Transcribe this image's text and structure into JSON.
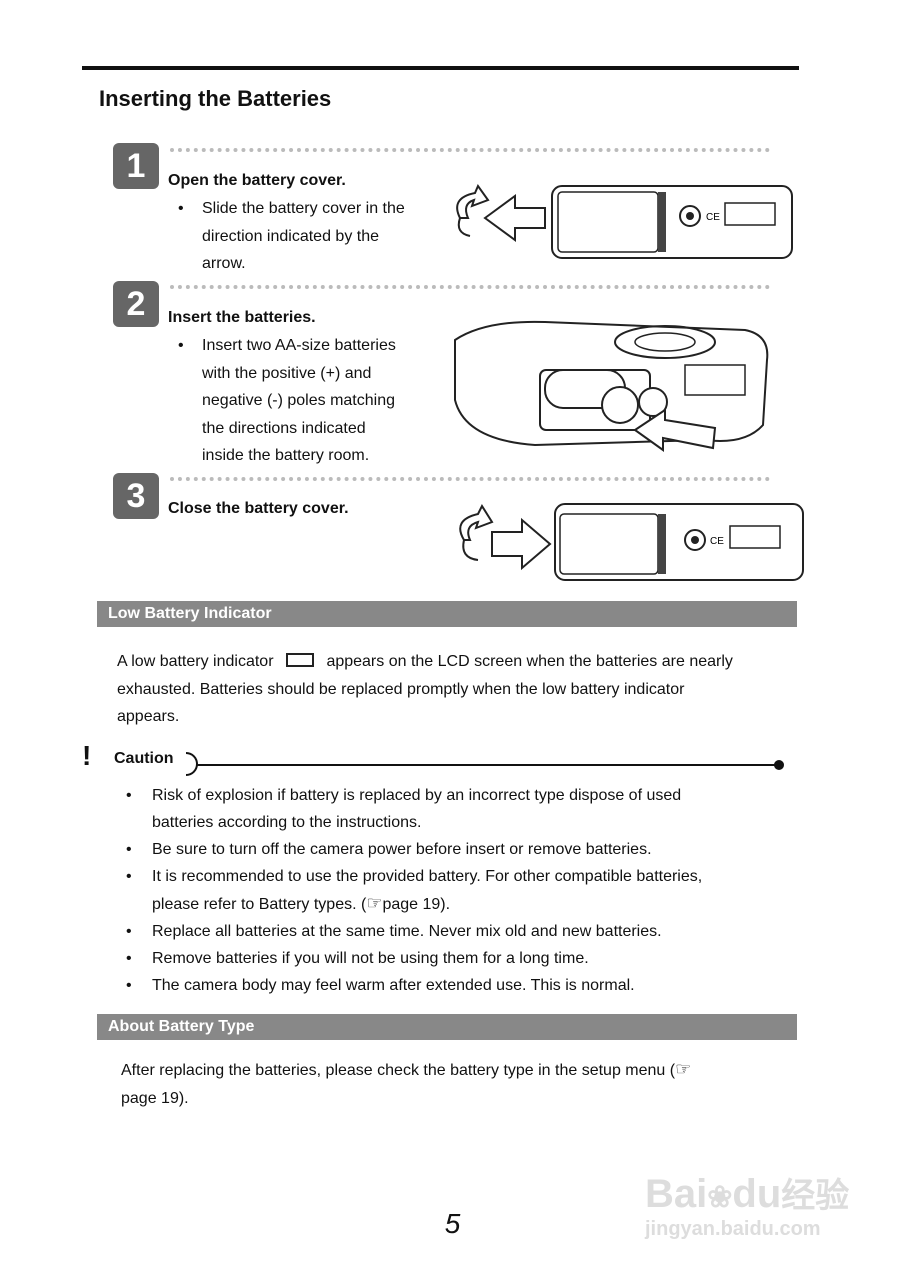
{
  "title": "Inserting the Batteries",
  "steps": [
    {
      "num": "1",
      "heading": "Open the battery cover.",
      "lines": [
        "Slide the battery cover in the",
        "direction indicated by the",
        "arrow."
      ]
    },
    {
      "num": "2",
      "heading": "Insert the batteries.",
      "lines": [
        "Insert two AA-size batteries",
        "with the positive (+) and",
        "negative (-) poles matching",
        "the directions indicated",
        "inside the battery room."
      ]
    },
    {
      "num": "3",
      "heading": "Close the battery cover.",
      "lines": []
    }
  ],
  "low_battery": {
    "heading": "Low Battery Indicator",
    "lines": [
      "A low battery indicator",
      "appears on the LCD screen when the batteries are nearly",
      "exhausted. Batteries should be replaced promptly when the low battery indicator",
      "appears."
    ]
  },
  "caution": {
    "label": "Caution",
    "items": [
      [
        "Risk of explosion if battery is replaced by an incorrect type dispose of used",
        "batteries according to the instructions."
      ],
      [
        "Be sure to turn off the camera power before insert or remove batteries."
      ],
      [
        "It is recommended to use the provided battery. For other compatible batteries,",
        "please refer to Battery types. (",
        "page 19)."
      ],
      [
        "Replace all batteries at the same time. Never mix old and new batteries."
      ],
      [
        "Remove batteries if you will not be using them for a long time."
      ],
      [
        "The camera body may feel warm after extended use. This is normal."
      ]
    ]
  },
  "battery_type": {
    "heading": "About Battery Type",
    "line1": "After replacing the batteries, please check the battery type in the setup menu (",
    "line2": "page 19)."
  },
  "page_number": "5",
  "watermark": {
    "brand": "Bai",
    "brand2": "du",
    "cn": "经验",
    "url": "jingyan.baidu.com"
  }
}
